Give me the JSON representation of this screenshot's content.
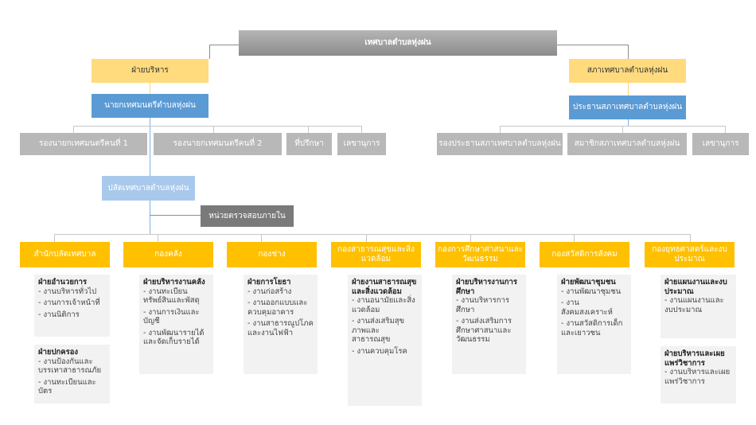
{
  "top": "เทศบาลตำบลหุ่งฝน",
  "admin": {
    "title": "ฝ่ายบริหาร",
    "mayor": "นายกเทศมนตรีตำบลหุ่งฝน",
    "deputy1": "รองนายกเทศมนตรีคนที่ 1",
    "deputy2": "รองนายกเทศมนตรีคนที่ 2",
    "advisor": "ที่ปรึกษา",
    "secretary": "เลขานุการ"
  },
  "council": {
    "title": "สภาเทศบาลตำบลหุ่งฝน",
    "president": "ประธานสภาเทศบาลตำบลหุ่งฝน",
    "vice": "รองประธานสภาเทศบาลตำบลหุ่งฝน",
    "member": "สมาชิกสภาเทศบาลตำบลหุ่งฝน",
    "secretary": "เลขานุการ"
  },
  "clerk": "ปลัดเทศบาลตำบลหุ่งฝน",
  "audit": "หน่วยตรวจสอบภายใน",
  "divisions": [
    {
      "name": "สำนักปลัดเทศบาล",
      "sections": [
        {
          "title": "ฝ่ายอำนวยการ",
          "items": [
            "- งานบริหารทั่วไป",
            "- งานการเจ้าหน้าที่",
            "- งานนิติการ"
          ]
        },
        {
          "title": "ฝ่ายปกครอง",
          "items": [
            "- งานป้องกันและบรรเทาสาธารณภัย",
            "- งานทะเบียนและบัตร"
          ]
        }
      ]
    },
    {
      "name": "กองคลัง",
      "sections": [
        {
          "title": "ฝ่ายบริหารงานคลัง",
          "items": [
            "- งานทะเบียนทรัพย์สินและพัสดุ",
            "- งานการเงินและบัญชี",
            "- งานพัฒนารายได้และจัดเก็บรายได้"
          ]
        }
      ]
    },
    {
      "name": "กองช่าง",
      "sections": [
        {
          "title": "ฝ่ายการโยธา",
          "items": [
            "- งานก่อสร้าง",
            "- งานออกแบบและควบคุมอาคาร",
            "- งานสาธารณูปโภคและงานไฟฟ้า"
          ]
        }
      ]
    },
    {
      "name": "กองสาธารณสุขและสิ่งแวดล้อม",
      "sections": [
        {
          "title": "ฝ่ายงานสาธารณสุขและสิ่งแวดล้อม",
          "items": [
            "- งานอนามัยและสิ่งแวดล้อม",
            "- งานส่งเสริมสุขภาพและสาธารณสุข",
            "- งานควบคุมโรค"
          ]
        }
      ]
    },
    {
      "name": "กองการศึกษาศาสนาและวัฒนธรรม",
      "sections": [
        {
          "title": "ฝ่ายบริหารงานการศึกษา",
          "items": [
            "- งานบริหารการศึกษา",
            "- งานส่งเสริมการศึกษาศาสนาและวัฒนธรรม"
          ]
        }
      ]
    },
    {
      "name": "กองสวัสดิการสังคม",
      "sections": [
        {
          "title": "ฝ่ายพัฒนาชุมชน",
          "items": [
            "- งานพัฒนาชุมชน",
            "- งานสังคมสงเคราะห์",
            "- งานสวัสดิการเด็กและเยาวชน"
          ]
        }
      ]
    },
    {
      "name": "กองยุทธศาสตร์และงบประมาณ",
      "sections": [
        {
          "title": "ฝ่ายแผนงานและงบประมาณ",
          "items": [
            "- งานแผนงานและงบประมาณ"
          ]
        },
        {
          "title": "ฝ่ายบริหารและเผยแพร่วิชาการ",
          "items": [
            "- งานบริหารและเผยแพร่วิชาการ"
          ]
        }
      ]
    }
  ]
}
